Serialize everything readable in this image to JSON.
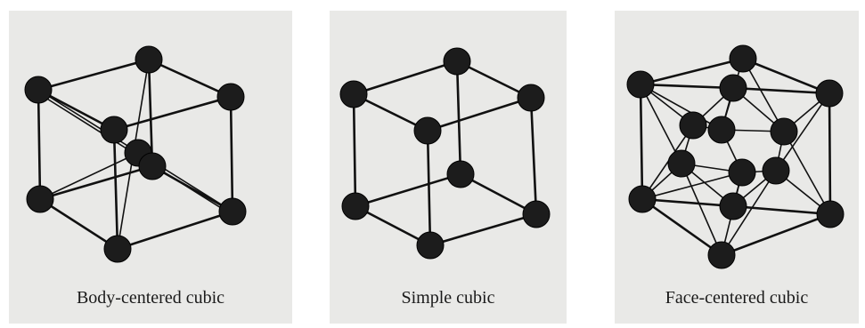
{
  "figures": [
    {
      "id": "bcc",
      "caption": "Body-centered cubic"
    },
    {
      "id": "sc",
      "caption": "Simple cubic"
    },
    {
      "id": "fcc",
      "caption": "Face-centered cubic"
    }
  ],
  "colors": {
    "panel_background": "#e9e9e7",
    "atom": "#1c1c1c",
    "edge": "#111111"
  }
}
